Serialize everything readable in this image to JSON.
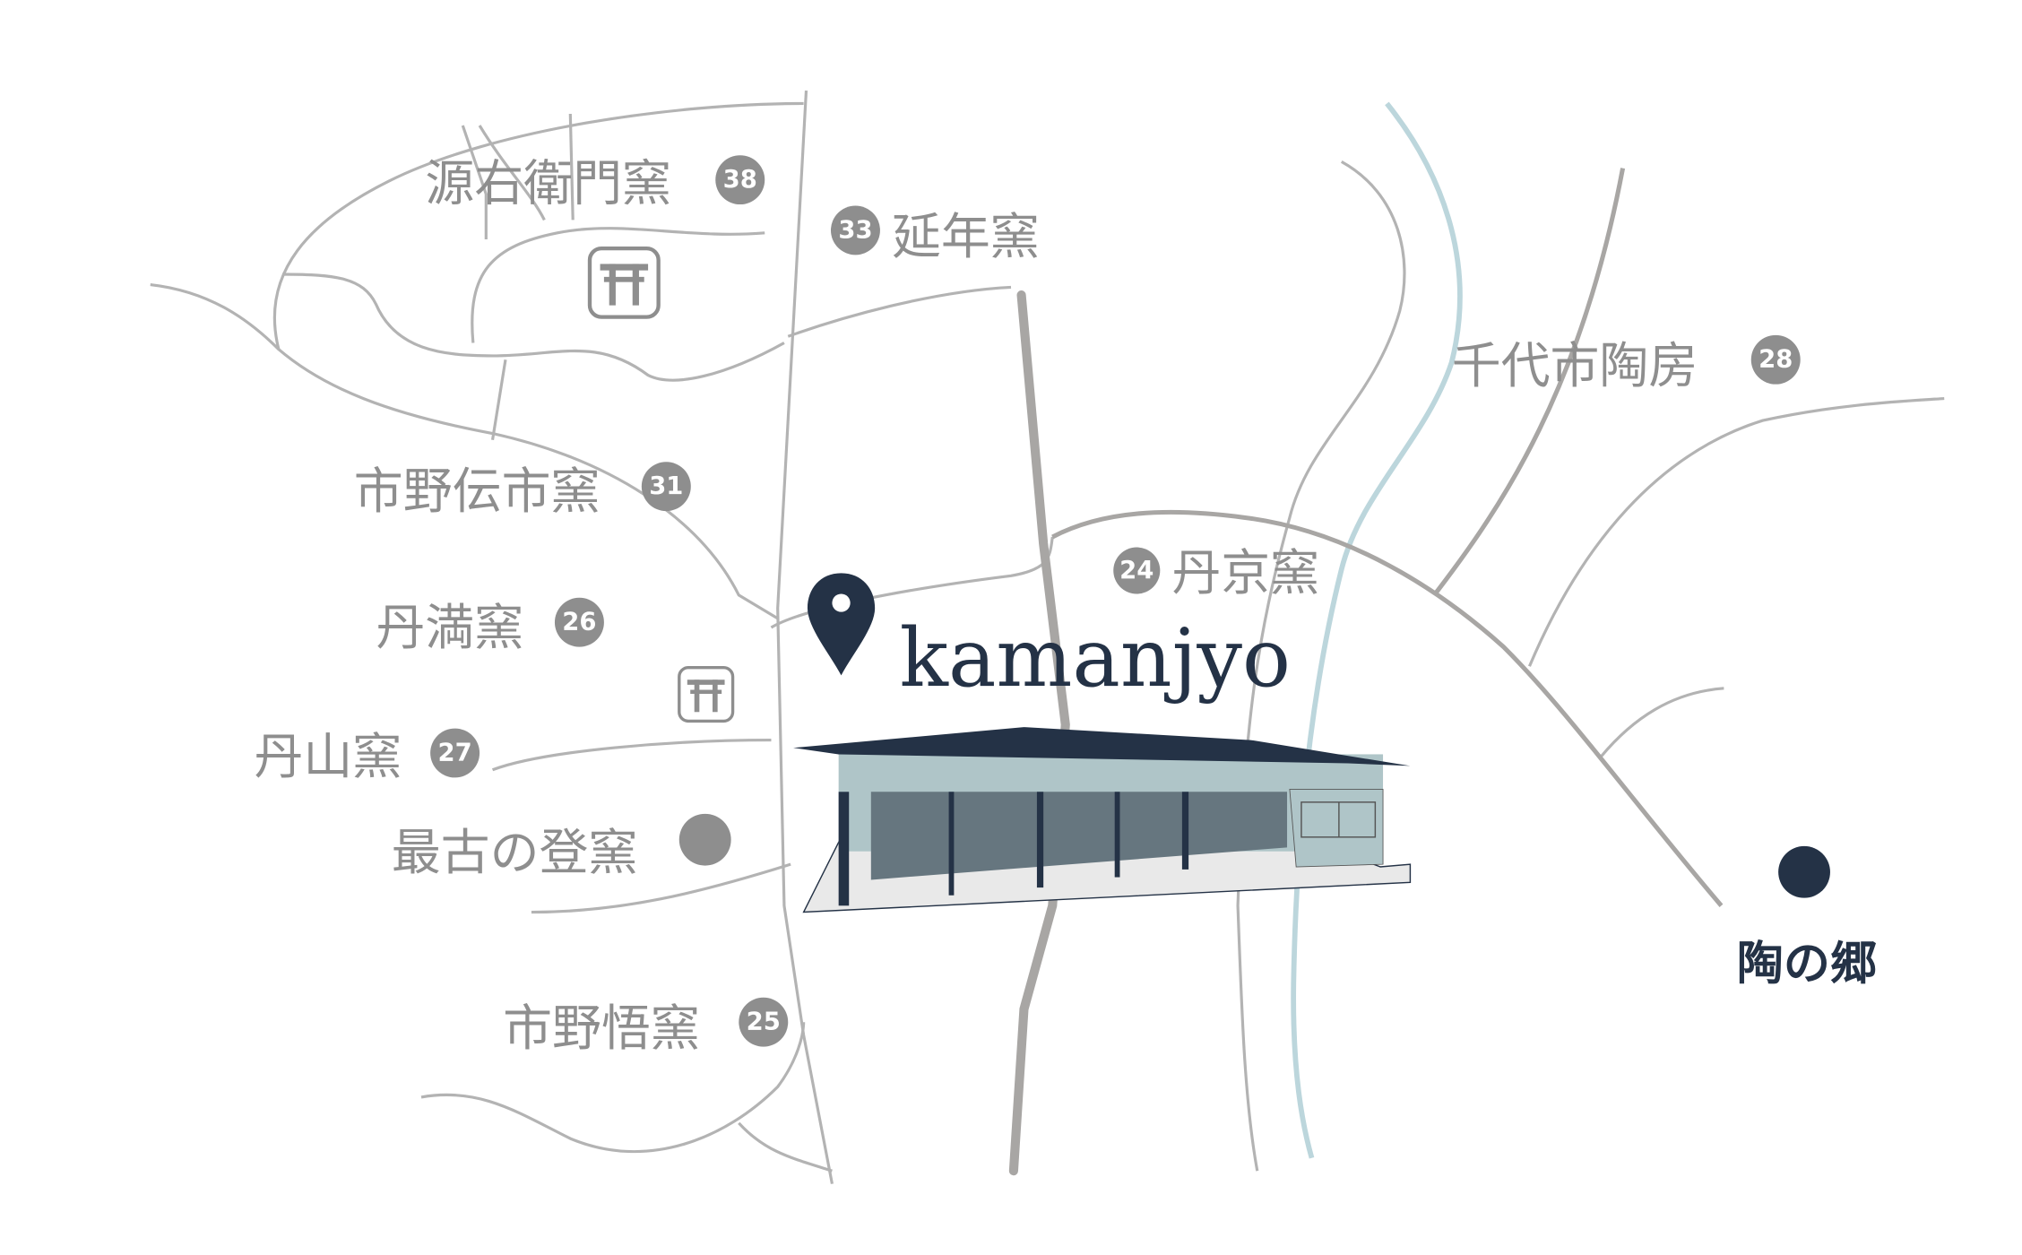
{
  "brand": "kamanjyo",
  "colors": {
    "navy": "#243246",
    "label_gray": "#8e8e8e",
    "river": "#bcd6dc",
    "road": "#b3b3b3"
  },
  "kilns": [
    {
      "name": "源右衛門窯",
      "number": "38"
    },
    {
      "name": "延年窯",
      "number": "33"
    },
    {
      "name": "千代市陶房",
      "number": "28"
    },
    {
      "name": "市野伝市窯",
      "number": "31"
    },
    {
      "name": "丹京窯",
      "number": "24"
    },
    {
      "name": "丹満窯",
      "number": "26"
    },
    {
      "name": "丹山窯",
      "number": "27"
    },
    {
      "name": "市野悟窯",
      "number": "25"
    }
  ],
  "landmarks": {
    "oldest_kiln": "最古の登窯",
    "destination": "陶の郷"
  },
  "icons": [
    "shrine-icon",
    "shrine-icon",
    "location-pin-icon"
  ]
}
